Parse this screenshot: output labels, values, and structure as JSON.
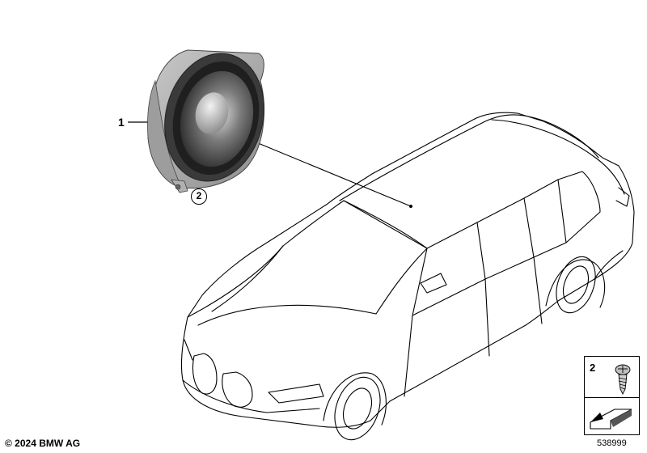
{
  "callouts": {
    "speaker_number": "1",
    "screw_number": "2"
  },
  "parts_box": {
    "item_number": "2",
    "icons": [
      "self-tapping-screw-icon",
      "arrow-direction-icon"
    ]
  },
  "footer": {
    "copyright": "© 2024 BMW AG",
    "diagram_number": "538999"
  }
}
